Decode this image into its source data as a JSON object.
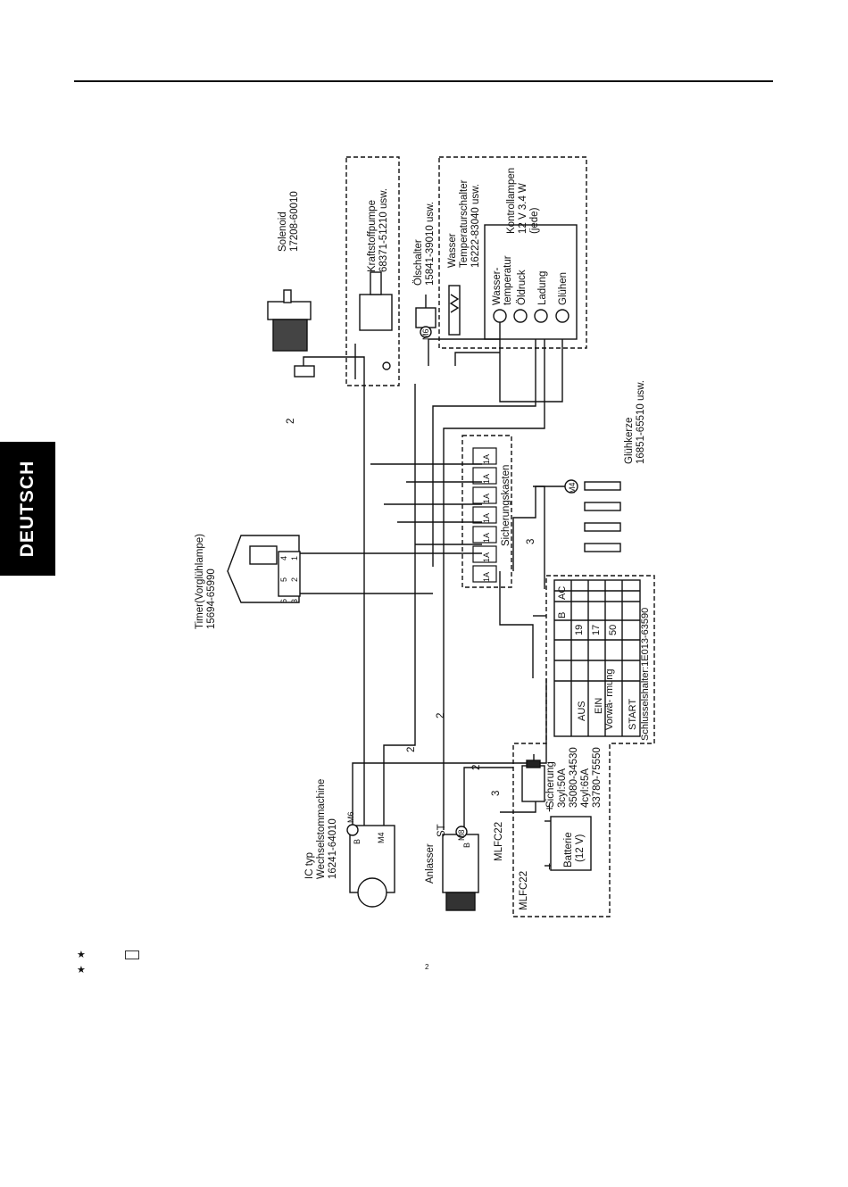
{
  "section_tab": "DEUTSCH",
  "labels": {
    "solenoid": [
      "Solenoid",
      "17208-60010"
    ],
    "kraftstoffpumpe": [
      "Kraftstoffpumpe",
      "68371-51210 usw."
    ],
    "oelschalter": [
      "Ölschalter",
      "15841-39010 usw."
    ],
    "wasser": [
      "Wasser",
      "Temperaturschalter",
      "16222-83040 usw."
    ],
    "kontrolllampen": [
      "Kontrollampen",
      "12 V 3.4 W",
      "(jede)"
    ],
    "lamp_wasser": [
      "Wasser-",
      "temperatur"
    ],
    "lamp_oeldruck": "Öldruck",
    "lamp_ladung": "Ladung",
    "lamp_gluehen": "Glühen",
    "timer": [
      "Timer(Vorglühlampe)",
      "15694-65990"
    ],
    "sicherungskasten": "Sicherungskasten",
    "fuse_rating": "1A",
    "gluehkerze": [
      "Glühkerze",
      "16851-65510 usw."
    ],
    "generator": [
      "IC typ",
      "Wechselstommachine",
      "16241-64010"
    ],
    "anlasser": [
      "Anlasser",
      "ST"
    ],
    "sicherung": [
      "Sicherung",
      "3cyl:50A",
      "35080-34530",
      "4cyl:65A",
      "33780-75550"
    ],
    "batterie": [
      "Batterie",
      "(12 V)"
    ],
    "mlfc_a": "MLFC22",
    "mlfc_b": "MLFC22",
    "wire_2": "2",
    "wire_3": "3",
    "m6": "M6",
    "m8": "M8",
    "m4": "M4",
    "term_b": "B",
    "timer_pins": [
      "6",
      "5",
      "4",
      "3",
      "2",
      "1"
    ]
  },
  "switch_table": {
    "title": "Schlusselshalter:1E013-63590",
    "columns": [
      "B",
      "AC",
      "19",
      "17",
      "50"
    ],
    "rows": [
      {
        "label": "AUS"
      },
      {
        "label": "EIN"
      },
      {
        "label": "Vorwä-\nrmung"
      },
      {
        "label": "START"
      }
    ]
  },
  "notes": {
    "star": "★",
    "footnote_2": "2"
  }
}
